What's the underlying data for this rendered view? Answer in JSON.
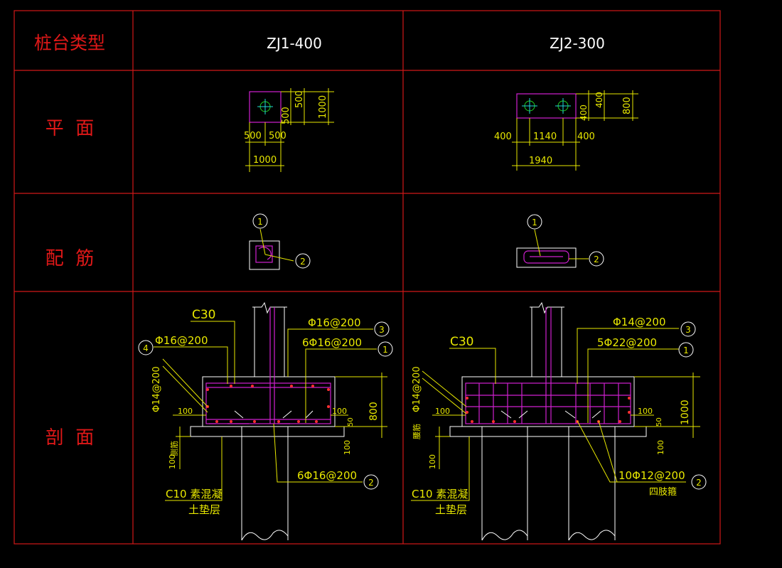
{
  "table": {
    "header_label": "桩台类型",
    "col1_type": "ZJ1-400",
    "col2_type": "ZJ2-300",
    "row_plan": "平  面",
    "row_rebar": "配  筋",
    "row_section": "剖  面"
  },
  "plan1": {
    "dim_left": "500",
    "dim_right": "500",
    "dim_total": "1000",
    "dim_vertical_a": "500",
    "dim_vertical_b": "500",
    "dim_vertical_total": "1000"
  },
  "plan2": {
    "dim_left": "400",
    "dim_mid": "1140",
    "dim_right": "400",
    "dim_total": "1940",
    "dim_vertical_a": "400",
    "dim_vertical_b": "400",
    "dim_vertical_total": "800"
  },
  "rebar_markers": {
    "m1": "1",
    "m2": "2"
  },
  "section1": {
    "concrete": "C30",
    "bar_top": "Φ16@200",
    "bar_top_mark": "3",
    "bar_main": "6Φ16@200",
    "bar_main_mark": "1",
    "bar_side": "Φ16@200",
    "bar_side_mark": "4",
    "bar_stirrup": "Φ14@200",
    "bar_bottom": "6Φ16@200",
    "bar_bottom_mark": "2",
    "dim_100_left": "100",
    "dim_100_right": "100",
    "dim_50": "50",
    "dim_height": "800",
    "dim_100_a": "100",
    "dim_100_b": "100",
    "side_label": "侧筋",
    "cushion": "C10 素混凝",
    "cushion_sub": "土垫层"
  },
  "section2": {
    "concrete": "C30",
    "bar_top": "Φ14@200",
    "bar_top_mark": "3",
    "bar_main": "5Φ22@200",
    "bar_main_mark": "1",
    "bar_stirrup": "Φ14@200",
    "bar_bottom": "10Φ12@200",
    "bar_bottom_mark": "2",
    "bar_bottom_note": "四肢箍",
    "dim_100_left": "100",
    "dim_100_right": "100",
    "dim_50": "50",
    "dim_height": "1000",
    "dim_100_a": "100",
    "dim_100_b": "100",
    "side_label": "腰筋",
    "cushion": "C10 素混凝",
    "cushion_sub": "土垫层"
  },
  "colors": {
    "grid": "#d01818",
    "header_text": "#e01818",
    "dim_text": "#e8e800",
    "rebar": "#d020d0",
    "outline": "#ffffff"
  }
}
